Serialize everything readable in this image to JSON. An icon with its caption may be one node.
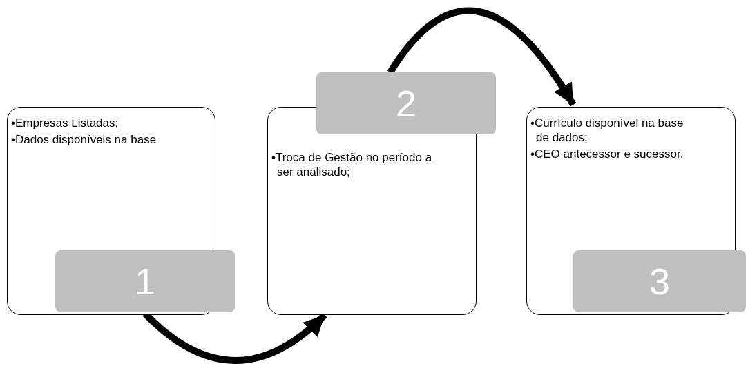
{
  "diagram": {
    "nodes": [
      {
        "text": [
          "•Empresas Listadas;",
          "•Dados disponíveis na base"
        ]
      },
      {
        "text": [
          "1"
        ]
      },
      {
        "text": [
          "•Troca de Gestão no período a ser analisado;"
        ]
      },
      {
        "text": [
          "2"
        ]
      },
      {
        "text": [
          "•Currículo disponível na base de dados;",
          "•CEO antecessor e sucessor."
        ]
      },
      {
        "text": [
          "3"
        ]
      }
    ],
    "edges": [
      {
        "from": 1,
        "to": 2,
        "arrow": "to"
      },
      {
        "from": 3,
        "to": 4,
        "arrow": "to"
      }
    ]
  }
}
